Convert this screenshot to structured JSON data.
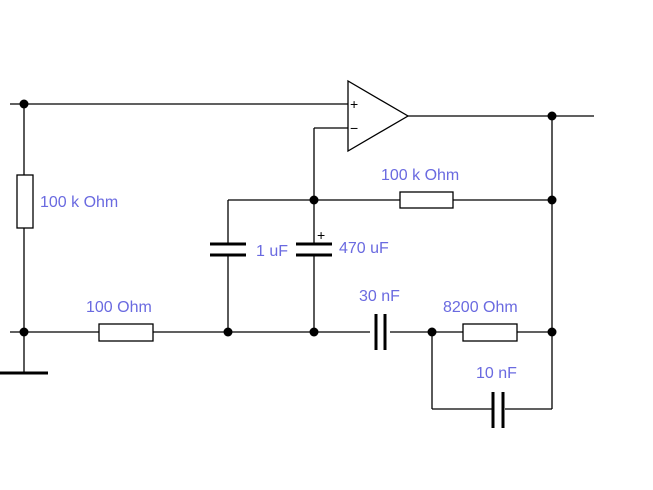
{
  "components": {
    "r_vertical": {
      "label": "100 k Ohm"
    },
    "r_feedback": {
      "label": "100 k Ohm"
    },
    "r_ground": {
      "label": "100  Ohm"
    },
    "c_1uf": {
      "label": "1 uF"
    },
    "c_470uf": {
      "label": "470 uF"
    },
    "c_30nf": {
      "label": "30 nF"
    },
    "r_8200": {
      "label": "8200  Ohm"
    },
    "c_10nf": {
      "label": "10 nF"
    }
  },
  "opamp": {
    "plus": "+",
    "minus": "−"
  },
  "polarity_mark": "+"
}
